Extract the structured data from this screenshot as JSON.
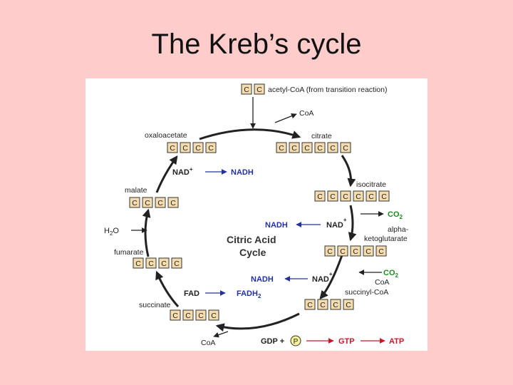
{
  "slide": {
    "title": "The Kreb’s cycle"
  },
  "diagram": {
    "center": {
      "line1": "Citric Acid",
      "line2": "Cycle"
    },
    "input": {
      "atoms": [
        "C",
        "C"
      ],
      "label": "acetyl-CoA (from transition reaction)",
      "release": "CoA"
    },
    "oxaloacetate": {
      "label": "oxaloacetate",
      "atoms": [
        "C",
        "C",
        "C",
        "C"
      ]
    },
    "citrate": {
      "label": "citrate",
      "atoms": [
        "C",
        "C",
        "C",
        "C",
        "C",
        "C"
      ]
    },
    "isocitrate": {
      "label": "isocitrate",
      "atoms": [
        "C",
        "C",
        "C",
        "C",
        "C",
        "C"
      ]
    },
    "alpha": {
      "label_line1": "alpha-",
      "label_line2": "ketoglutarate",
      "atoms": [
        "C",
        "C",
        "C",
        "C",
        "C"
      ]
    },
    "succinyl": {
      "label": "succinyl-CoA",
      "atoms": [
        "C",
        "C",
        "C",
        "C"
      ]
    },
    "succinate": {
      "label": "succinate",
      "atoms": [
        "C",
        "C",
        "C",
        "C"
      ]
    },
    "fumarate": {
      "label": "fumarate",
      "atoms": [
        "C",
        "C",
        "C",
        "C"
      ]
    },
    "malate": {
      "label": "malate",
      "atoms": [
        "C",
        "C",
        "C",
        "C"
      ]
    },
    "reactions": {
      "nad_top": "NAD",
      "nad_top_sup": "+",
      "nadh_top": "NADH",
      "nad_mid": "NAD",
      "nad_mid_sup": "+",
      "nadh_mid": "NADH",
      "co2_mid": "CO",
      "co2_mid_sub": "2",
      "nad_low": "NAD",
      "nad_low_sup": "+",
      "nadh_low": "NADH",
      "co2_low": "CO",
      "co2_low_sub": "2",
      "coa_low": "CoA",
      "fad": "FAD",
      "fadh2": "FADH",
      "fadh2_sub": "2",
      "h2o": "H",
      "h2o_sub": "2",
      "h2o_end": "O",
      "coa_bottom": "CoA",
      "gdp": "GDP +",
      "p": "P",
      "gtp": "GTP",
      "atp": "ATP"
    },
    "colors": {
      "nadh": "#22319e",
      "co2": "#1f8a1f",
      "energy": "#c8182a",
      "carbon_box": "#f4dcae",
      "phosphate": "#f7f39a"
    }
  }
}
